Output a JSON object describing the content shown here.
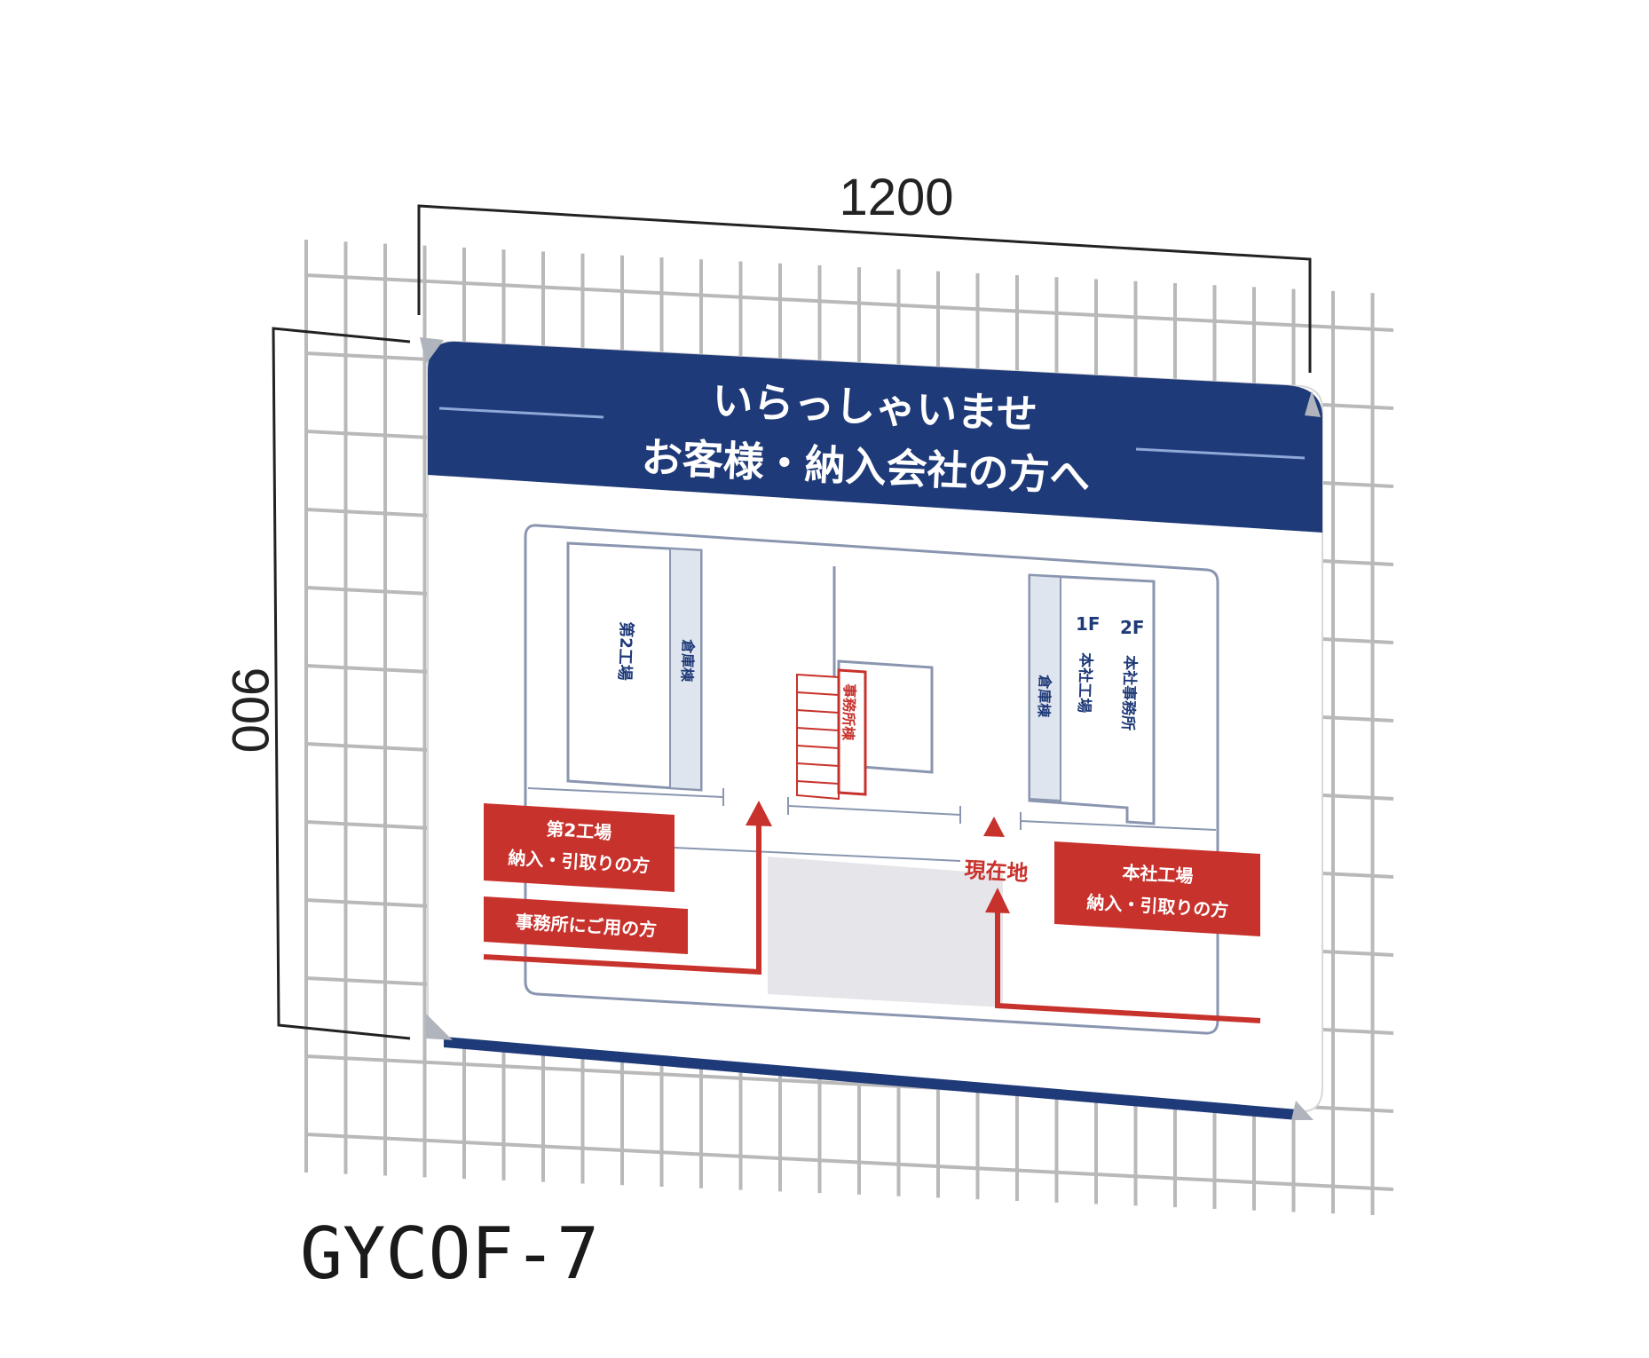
{
  "dimensions": {
    "width_label": "1200",
    "height_label": "900"
  },
  "model_code": "GYCOF-7",
  "sign": {
    "header_line1": "いらっしゃいませ",
    "header_line2": "お客様・納入会社の方へ",
    "buildings": {
      "factory2": "第2工場",
      "warehouse_left": "倉庫棟",
      "office": "事務所棟",
      "warehouse_right": "倉庫棟",
      "floor1_label": "1F",
      "floor1_name": "本社工場",
      "floor2_label": "2F",
      "floor2_name": "本社事務所"
    },
    "labels": {
      "factory2_line1": "第2工場",
      "factory2_line2": "納入・引取りの方",
      "office_visit": "事務所にご用の方",
      "current_location": "現在地",
      "main_line1": "本社工場",
      "main_line2": "納入・引取りの方"
    }
  },
  "colors": {
    "navy": "#1f3a78",
    "red": "#c8322c",
    "grid": "#b9b9b9",
    "outline": "#8a96b0"
  }
}
